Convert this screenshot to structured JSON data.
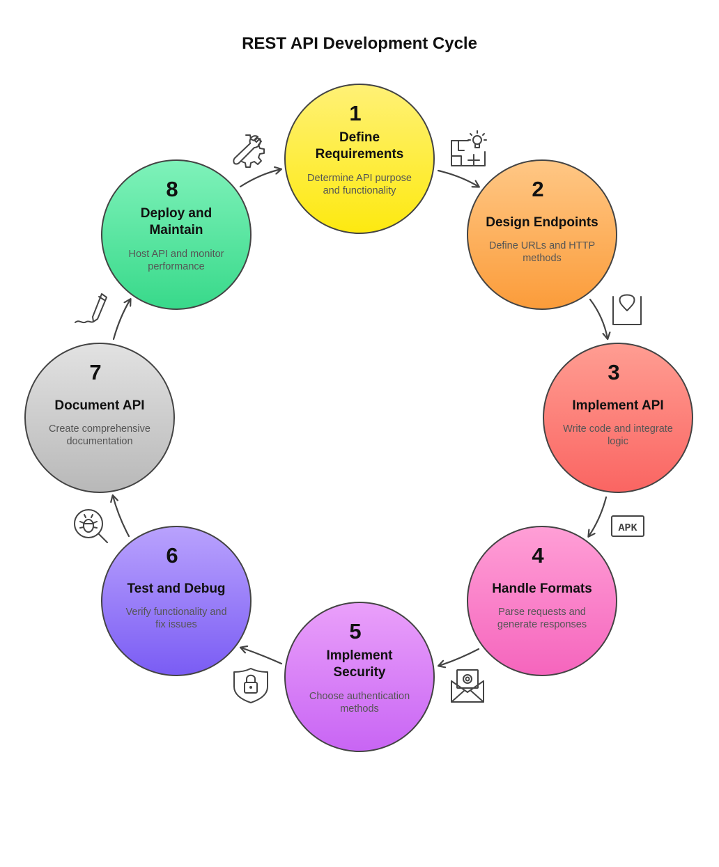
{
  "title": "REST API Development Cycle",
  "steps": [
    {
      "number": "1",
      "title_lines": [
        "Define",
        "Requirements"
      ],
      "desc_lines": [
        "Determine API purpose",
        "and functionality"
      ],
      "color_top": "#fff176",
      "color_bottom": "#fde910",
      "icon": "blueprint-lightbulb-icon"
    },
    {
      "number": "2",
      "title_lines": [
        "Design Endpoints"
      ],
      "desc_lines": [
        "Define URLs and HTTP",
        "methods"
      ],
      "color_top": "#ffc785",
      "color_bottom": "#fb9c3a",
      "icon": "location-pin-icon"
    },
    {
      "number": "3",
      "title_lines": [
        "Implement API"
      ],
      "desc_lines": [
        "Write code and integrate",
        "logic"
      ],
      "color_top": "#ff9d92",
      "color_bottom": "#fa6562",
      "icon": "apk-icon",
      "icon_text": "APK"
    },
    {
      "number": "4",
      "title_lines": [
        "Handle Formats"
      ],
      "desc_lines": [
        "Parse requests and",
        "generate responses"
      ],
      "color_top": "#ff9fd6",
      "color_bottom": "#f565bd",
      "icon": "email-envelope-icon"
    },
    {
      "number": "5",
      "title_lines": [
        "Implement",
        "Security"
      ],
      "desc_lines": [
        "Choose authentication",
        "methods"
      ],
      "color_top": "#eaa0fa",
      "color_bottom": "#c865f4",
      "icon": "shield-lock-icon"
    },
    {
      "number": "6",
      "title_lines": [
        "Test and Debug"
      ],
      "desc_lines": [
        "Verify functionality and",
        "fix issues"
      ],
      "color_top": "#b9a2fd",
      "color_bottom": "#7a5cf4",
      "icon": "bug-search-icon"
    },
    {
      "number": "7",
      "title_lines": [
        "Document API"
      ],
      "desc_lines": [
        "Create comprehensive",
        "documentation"
      ],
      "color_top": "#e2e2e2",
      "color_bottom": "#b8b8b8",
      "icon": "pen-signature-icon"
    },
    {
      "number": "8",
      "title_lines": [
        "Deploy and",
        "Maintain"
      ],
      "desc_lines": [
        "Host API and monitor",
        "performance"
      ],
      "color_top": "#7ff2ba",
      "color_bottom": "#38d98a",
      "icon": "gear-wrench-icon"
    }
  ]
}
